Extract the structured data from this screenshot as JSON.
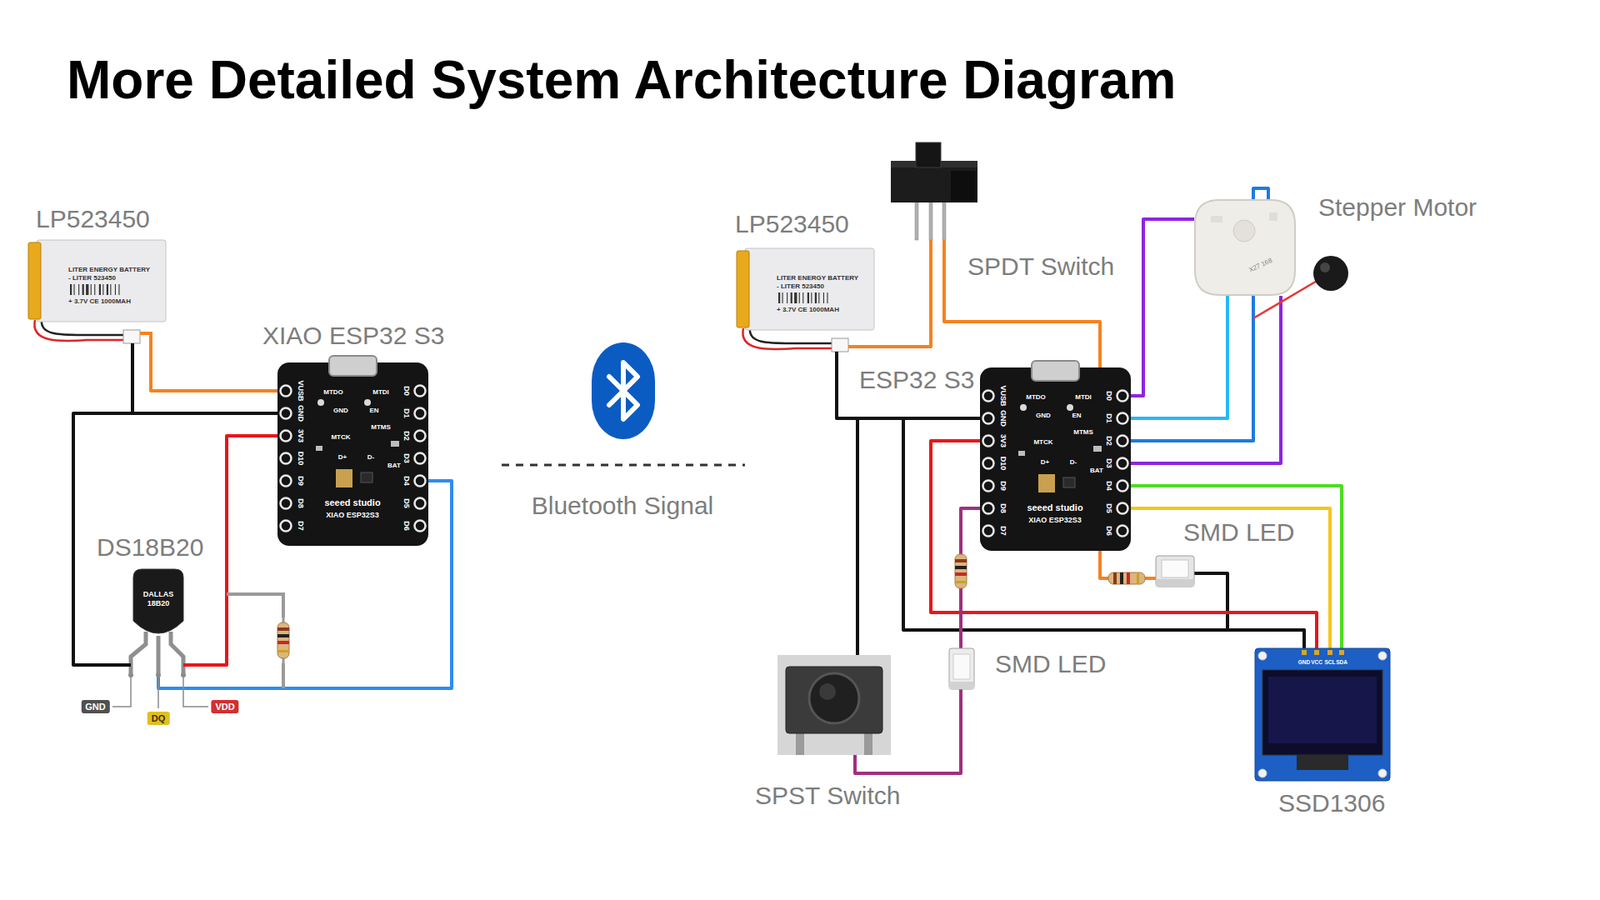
{
  "diagram": {
    "title": "More Detailed System Architecture Diagram",
    "nodes": [
      {
        "text": [
          "LP523450"
        ]
      },
      {
        "text": [
          "XIAO ESP32 S3"
        ]
      },
      {
        "text": [
          "DS18B20"
        ]
      },
      {
        "text": [
          "LP523450"
        ]
      },
      {
        "text": [
          "SPDT Switch"
        ]
      },
      {
        "text": [
          "ESP32 S3"
        ]
      },
      {
        "text": [
          "Stepper Motor"
        ]
      },
      {
        "text": [
          "SMD LED"
        ]
      },
      {
        "text": [
          "SMD LED"
        ]
      },
      {
        "text": [
          "SPST Switch"
        ]
      },
      {
        "text": [
          "SSD1306"
        ]
      }
    ],
    "edges": [
      {
        "from": 0,
        "to": 1,
        "arrow": "none"
      },
      {
        "from": 0,
        "to": 1,
        "arrow": "none"
      },
      {
        "from": 0,
        "to": 2,
        "arrow": "none"
      },
      {
        "from": 1,
        "to": 2,
        "arrow": "none"
      },
      {
        "from": 1,
        "to": 2,
        "arrow": "none"
      },
      {
        "from": 3,
        "to": 4,
        "arrow": "none"
      },
      {
        "from": 4,
        "to": 5,
        "arrow": "none"
      },
      {
        "from": 5,
        "to": 7,
        "arrow": "none"
      },
      {
        "from": 3,
        "to": 5,
        "arrow": "none"
      },
      {
        "from": 5,
        "to": 9,
        "arrow": "none"
      },
      {
        "from": 5,
        "to": 10,
        "arrow": "none"
      },
      {
        "from": 7,
        "to": 10,
        "arrow": "none"
      },
      {
        "from": 5,
        "to": 10,
        "arrow": "none"
      },
      {
        "from": 5,
        "to": 8,
        "arrow": "none"
      },
      {
        "from": 8,
        "to": 9,
        "arrow": "none"
      },
      {
        "from": 5,
        "to": 6,
        "arrow": "none"
      },
      {
        "from": 5,
        "to": 6,
        "arrow": "none"
      },
      {
        "from": 5,
        "to": 6,
        "arrow": "none"
      },
      {
        "from": 5,
        "to": 6,
        "arrow": "none"
      },
      {
        "from": 5,
        "to": 10,
        "arrow": "none"
      },
      {
        "from": 5,
        "to": 10,
        "arrow": "none"
      }
    ],
    "labels": [
      "LITER ENERGY BATTERY",
      "- LITER 523450",
      "+ 3.7V CE 1000MAH",
      "VUSB",
      "GND",
      "3V3",
      "D10",
      "D9",
      "D8",
      "D7",
      "D0",
      "D1",
      "D2",
      "D3",
      "D4",
      "D5",
      "D6",
      "MTDO",
      "MTDI",
      "GND",
      "EN",
      "MTMS",
      "MTCK",
      "D+",
      "D-",
      "BAT",
      "seeed studio",
      "XIAO ESP32S3",
      "DALLAS 18B20",
      "GND",
      "DQ",
      "VDD",
      "Bluetooth Signal",
      "LITER ENERGY BATTERY",
      "- LITER 523450",
      "+ 3.7V CE 1000MAH",
      "VUSB",
      "GND",
      "3V3",
      "D10",
      "D9",
      "D8",
      "D7",
      "D0",
      "D1",
      "D2",
      "D3",
      "D4",
      "D5",
      "D6",
      "MTDO",
      "MTDI",
      "GND",
      "EN",
      "MTMS",
      "MTCK",
      "D+",
      "D-",
      "BAT",
      "seeed studio",
      "XIAO ESP32S3",
      "X27 168",
      "GND",
      "VCC",
      "SCL",
      "SDA"
    ]
  }
}
